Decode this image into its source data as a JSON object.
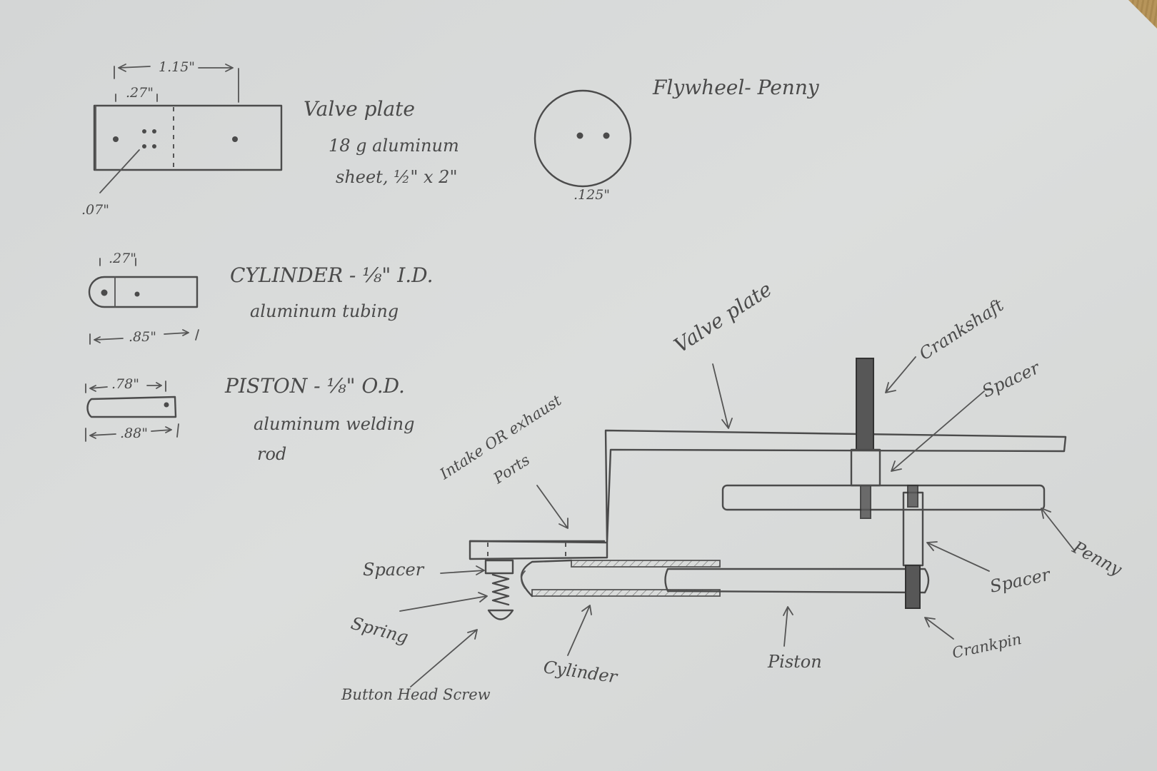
{
  "valve_plate_detail": {
    "title": "Valve plate",
    "spec_line1": "18 g aluminum",
    "spec_line2": "sheet, ½\" x 2\"",
    "dim_length": "1.15\"",
    "dim_offset": ".27\"",
    "dim_hole": ".07\""
  },
  "flywheel_detail": {
    "title": "Flywheel- Penny",
    "dim_hole": ".125\""
  },
  "cylinder_detail": {
    "title": "CYLINDER - ⅛\" I.D.",
    "spec": "aluminum tubing",
    "dim_offset": ".27\"",
    "dim_length": ".85\""
  },
  "piston_detail": {
    "title": "PISTON - ⅛\" O.D.",
    "spec_line1": "aluminum welding",
    "spec_line2": "rod",
    "dim_hole": ".78\"",
    "dim_length": ".88\""
  },
  "assembly_labels": {
    "valve_plate": "Valve plate",
    "crankshaft": "Crankshaft",
    "spacer_top": "Spacer",
    "ports_line1": "Intake OR exhaust",
    "ports_line2": "Ports",
    "penny": "Penny",
    "spacer_right": "Spacer",
    "crankpin": "Crankpin",
    "spacer_left": "Spacer",
    "spring": "Spring",
    "button_head_screw": "Button Head Screw",
    "cylinder": "Cylinder",
    "piston": "Piston"
  },
  "colors": {
    "paper": "#d9dbdb",
    "pencil": "#4b4b4b",
    "wood": "#b89a62"
  }
}
